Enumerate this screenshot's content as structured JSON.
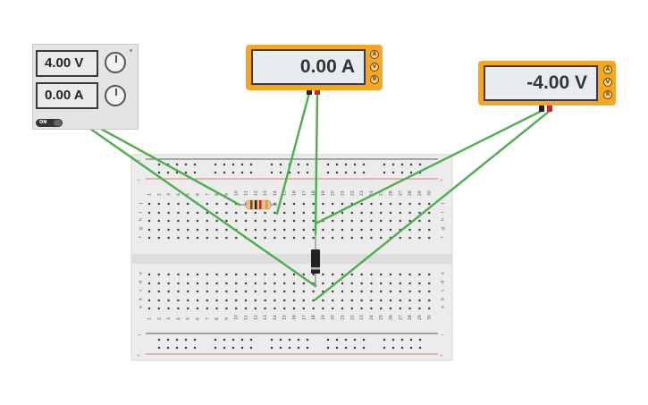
{
  "power_supply": {
    "voltage_display": "4.00 V",
    "current_display": "0.00 A",
    "power_switch_label": "ON"
  },
  "ammeter": {
    "display": "0.00 A",
    "modes": [
      "A",
      "V",
      "R"
    ]
  },
  "voltmeter": {
    "display": "-4.00 V",
    "modes": [
      "A",
      "V",
      "R"
    ]
  },
  "breadboard": {
    "column_numbers": [
      "1",
      "2",
      "3",
      "4",
      "5",
      "6",
      "7",
      "8",
      "9",
      "10",
      "11",
      "12",
      "13",
      "14",
      "15",
      "16",
      "17",
      "18",
      "19",
      "20",
      "21",
      "22",
      "23",
      "24",
      "25",
      "26",
      "27",
      "28",
      "29",
      "30"
    ],
    "top_row_letters": [
      "j",
      "i",
      "h",
      "g",
      "f"
    ],
    "bottom_row_letters": [
      "e",
      "d",
      "c",
      "b",
      "a"
    ],
    "plus": "+",
    "minus": "−"
  },
  "colors": {
    "wire": "#4cae4c",
    "meter_body": "#f5a623",
    "rail_red": "#d9534f",
    "rail_black": "#333333"
  },
  "components": [
    "resistor",
    "diode"
  ]
}
